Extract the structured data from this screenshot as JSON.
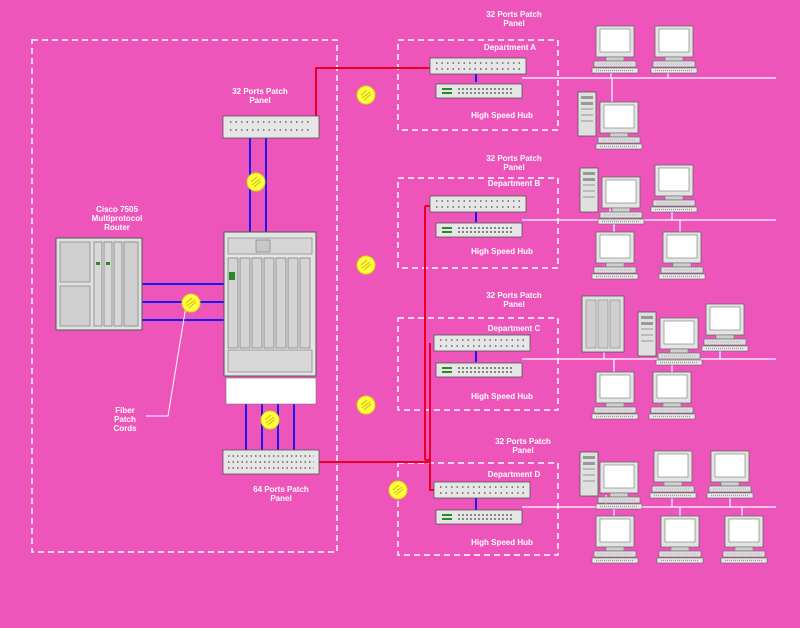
{
  "colors": {
    "background": "#ee55bb",
    "copper_cable": "#e8002a",
    "fiber_cable": "#1a1aee",
    "fiber_junction": "#ffff44",
    "boundary": "#ffffff",
    "device": "#e2e2e2"
  },
  "core": {
    "router_label": "Cisco 7505\nMultiprotocol\nRouter",
    "top_panel_label": "32 Ports Patch\nPanel",
    "bottom_panel_label": "64 Ports Patch\nPanel",
    "fiber_label": "Fiber\nPatch\nCords"
  },
  "departments": [
    {
      "name": "Department A",
      "panel_label": "32 Ports Patch\nPanel",
      "hub_label": "High Speed Hub"
    },
    {
      "name": "Department B",
      "panel_label": "32 Ports Patch\nPanel",
      "hub_label": "High Speed Hub"
    },
    {
      "name": "Department C",
      "panel_label": "32 Ports Patch\nPanel",
      "hub_label": "High Speed Hub"
    },
    {
      "name": "Department D",
      "panel_label": "32 Ports Patch\nPanel",
      "hub_label": "High Speed Hub"
    }
  ]
}
